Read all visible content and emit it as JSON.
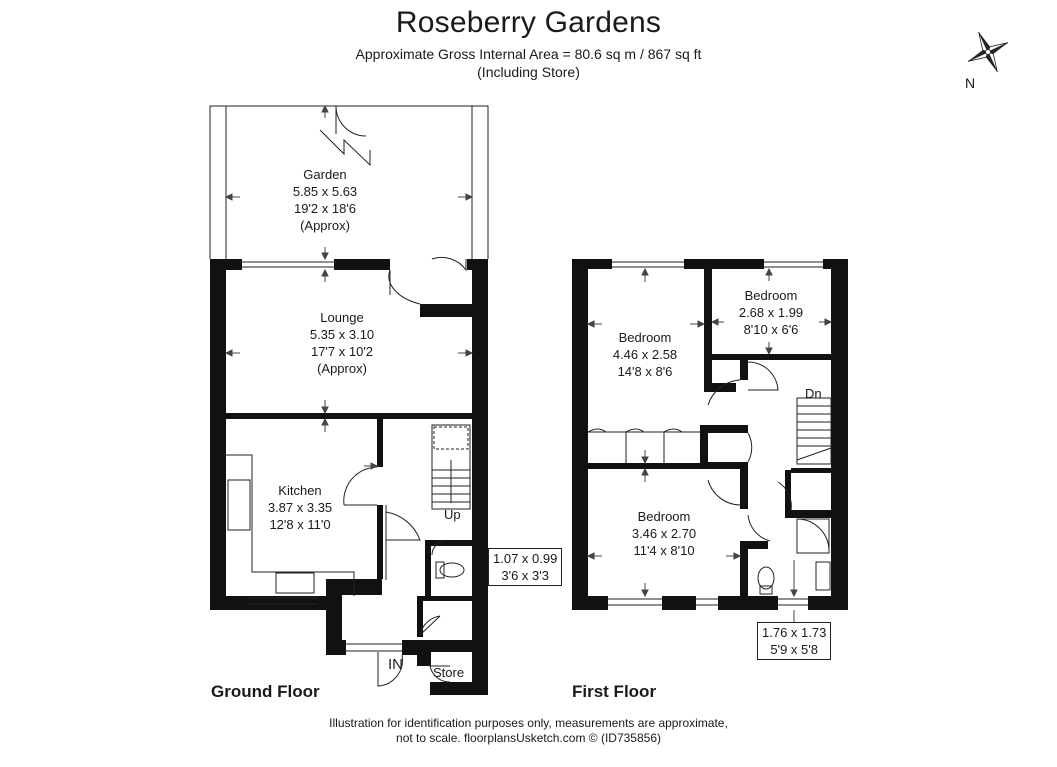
{
  "header": {
    "title": "Roseberry Gardens",
    "area": "Approximate Gross Internal Area = 80.6 sq m / 867 sq ft",
    "note": "(Including Store)"
  },
  "compass": {
    "label": "N"
  },
  "ground_floor": {
    "label": "Ground Floor",
    "garden": {
      "name": "Garden",
      "metric": "5.85 x 5.63",
      "imperial": "19'2 x 18'6",
      "note": "(Approx)"
    },
    "lounge": {
      "name": "Lounge",
      "metric": "5.35 x 3.10",
      "imperial": "17'7 x 10'2",
      "note": "(Approx)"
    },
    "kitchen": {
      "name": "Kitchen",
      "metric": "3.87 x 3.35",
      "imperial": "12'8 x 11'0"
    },
    "wc": {
      "metric": "1.07 x 0.99",
      "imperial": "3'6 x 3'3"
    },
    "stairs": "Up",
    "entrance": "IN",
    "store": "Store"
  },
  "first_floor": {
    "label": "First Floor",
    "bedroom1": {
      "name": "Bedroom",
      "metric": "4.46 x 2.58",
      "imperial": "14'8 x 8'6"
    },
    "bedroom2": {
      "name": "Bedroom",
      "metric": "2.68 x 1.99",
      "imperial": "8'10 x 6'6"
    },
    "bedroom3": {
      "name": "Bedroom",
      "metric": "3.46 x 2.70",
      "imperial": "11'4 x 8'10"
    },
    "bathroom": {
      "metric": "1.76 x 1.73",
      "imperial": "5'9 x 5'8"
    },
    "stairs": "Dn"
  },
  "footer": {
    "line1": "Illustration for identification purposes only, measurements are approximate,",
    "line2": "not to scale. floorplansUsketch.com © (ID735856)"
  }
}
